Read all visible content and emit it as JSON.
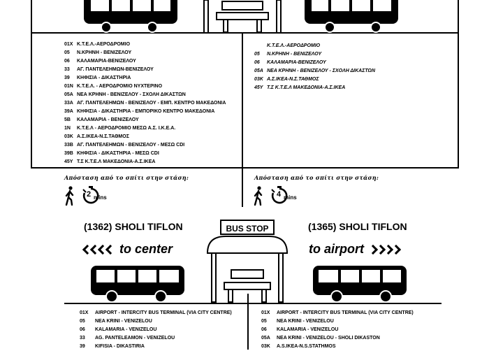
{
  "top": {
    "left_routes": [
      {
        "code": "01X",
        "name": "Κ.Τ.Ε.Λ.-ΑΕΡΟΔΡΟΜΙΟ"
      },
      {
        "code": "05",
        "name": "Ν.ΚΡΗΝΗ - ΒΕΝΙΖΕΛΟΥ"
      },
      {
        "code": "06",
        "name": "ΚΑΛΑΜΑΡΙΑ-ΒΕΝΙΖΕΛΟΥ"
      },
      {
        "code": "33",
        "name": "ΑΓ. ΠΑΝΤΕΛΕΗΜΩΝ-ΒΕΝΙΖΕΛΟΥ"
      },
      {
        "code": "39",
        "name": "ΚΗΦΙΣΙΑ - ΔΙΚΑΣΤΗΡΙΑ"
      },
      {
        "code": "01N",
        "name": "Κ.Τ.Ε.Λ. - ΑΕΡΟΔΡΟΜΙΟ ΝΥΧΤΕΡΙΝΟ"
      },
      {
        "code": "05A",
        "name": "ΝΕΑ ΚΡΗΝΗ - ΒΕΝΙΖΕΛΟΥ - ΣΧΟΛΗ ΔΙΚΑΣΤΩΝ"
      },
      {
        "code": "33A",
        "name": "ΑΓ. ΠΑΝΤΕΛΕΗΜΩΝ - ΒΕΝΙΖΕΛΟΥ - ΕΜΠ. ΚΕΝΤΡΟ ΜΑΚΕΔΟΝΙΑ"
      },
      {
        "code": "39A",
        "name": "ΚΗΦΙΣΙΑ - ΔΙΚΑΣΤΗΡΙΑ - ΕΜΠΟΡΙΚΟ ΚΕΝΤΡΟ ΜΑΚΕΔΟΝΙΑ"
      },
      {
        "code": "5B",
        "name": "ΚΑΛΑΜΑΡΙΑ - ΒΕΝΙΖΕΛΟΥ"
      },
      {
        "code": "1N",
        "name": "Κ.Τ.Ε.Λ - ΑΕΡΟΔΡΟΜΙΟ ΜΕΣΩ Α.Σ. Ι.Κ.Ε.Α."
      },
      {
        "code": "03K",
        "name": "Α.Σ.ΙΚΕΑ-Ν.Σ.ΤΑΘΜΟΣ"
      },
      {
        "code": "33B",
        "name": "ΑΓ. ΠΑΝΤΕΛΕΗΜΩΝ - ΒΕΝΙΖΕΛΟΥ - ΜΕΣΩ CDI"
      },
      {
        "code": "39B",
        "name": "ΚΗΦΙΣΙΑ - ΔΙΚΑΣΤΗΡΙΑ - ΜΕΣΩ CDI"
      },
      {
        "code": "45Y",
        "name": "Τ.Σ Κ.Τ.Ε.Λ ΜΑΚΕΔΟΝΙΑ-Α.Σ.ΙΚΕΑ"
      }
    ],
    "right_routes": [
      {
        "code": "",
        "name": "Κ.Τ.Ε.Λ.-ΑΕΡΟΔΡΟΜΙΟ"
      },
      {
        "code": "05",
        "name": "Ν.ΚΡΗΝΗ - ΒΕΝΙΖΕΛΟΥ"
      },
      {
        "code": "06",
        "name": "ΚΑΛΑΜΑΡΙΑ-ΒΕΝΙΖΕΛΟΥ"
      },
      {
        "code": "05A",
        "name": "ΝΕΑ ΚΡΗΝΗ - ΒΕΝΙΖΕΛΟΥ - ΣΧΟΛΗ ΔΙΚΑΣΤΩΝ"
      },
      {
        "code": "03K",
        "name": "Α.Σ.ΙΚΕΑ-Ν.Σ.ΤΑΘΜΟΣ"
      },
      {
        "code": "45Y",
        "name": "Τ.Σ Κ.Τ.Ε.Λ ΜΑΚΕΔΟΝΙΑ-Α.Σ.ΙΚΕΑ"
      }
    ],
    "distance_label": "Απόσταση από το σπίτι στην στάση:",
    "left_minutes": "2",
    "right_minutes": "4",
    "mins_label": "mins"
  },
  "bottom": {
    "sign": "BUS STOP",
    "left_title": "(1362) SHOLI TIFLON",
    "right_title": "(1365) SHOLI TIFLON",
    "left_direction": "to center",
    "right_direction": "to airport",
    "left_routes": [
      {
        "code": "01X",
        "name": "AIRPORT - INTERCITY BUS TERMINAL (VIA CITY CENTRE)"
      },
      {
        "code": "05",
        "name": "NEA KRINI - VENIZELOU"
      },
      {
        "code": "06",
        "name": "KALAMARIA - VENIZELOU"
      },
      {
        "code": "33",
        "name": "AG. PANTELEAMON - VENIZELOU"
      },
      {
        "code": "39",
        "name": "KIFISIA - DIKASTIRIA"
      }
    ],
    "right_routes": [
      {
        "code": "01X",
        "name": "AIRPORT - INTERCITY BUS TERMINAL (VIA CITY CENTRE)"
      },
      {
        "code": "05",
        "name": "NEA KRINI - VENIZELOU"
      },
      {
        "code": "06",
        "name": "KALAMARIA - VENIZELOU"
      },
      {
        "code": "05A",
        "name": "NEA KRINI - VENIZELOU - SHOLI DIKASTON"
      },
      {
        "code": "03K",
        "name": "A.S.IKEA-N.S.STATHMOS"
      }
    ]
  }
}
